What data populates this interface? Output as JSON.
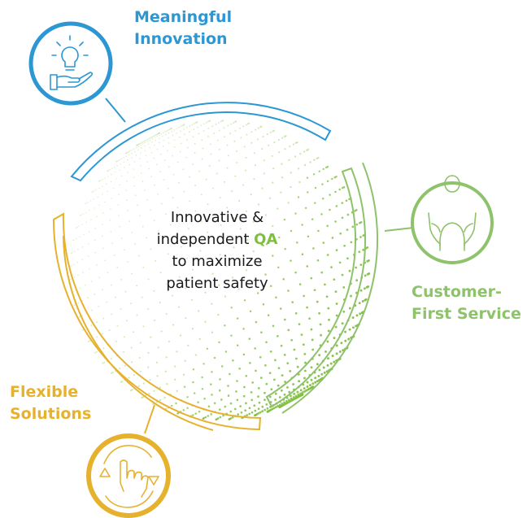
{
  "center": {
    "line1": "Innovative &",
    "line2_prefix": "independent ",
    "line2_highlight": "QA",
    "line3": "to maximize",
    "line4": "patient safety"
  },
  "pillars": [
    {
      "id": "innovation",
      "line1": "Meaningful",
      "line2": "Innovation",
      "icon": "lightbulb-hand-icon",
      "color": "#2c97d3"
    },
    {
      "id": "service",
      "line1": "Customer-",
      "line2": "First Service",
      "icon": "person-hands-icon",
      "color": "#8ec26b"
    },
    {
      "id": "flexible",
      "line1": "Flexible",
      "line2": "Solutions",
      "icon": "hand-cycle-arrows-icon",
      "color": "#e6b22e"
    }
  ],
  "colors": {
    "highlight": "#7fbf3f",
    "sphere_light": "#b6d98a",
    "sphere_dark": "#7fbf3f"
  }
}
